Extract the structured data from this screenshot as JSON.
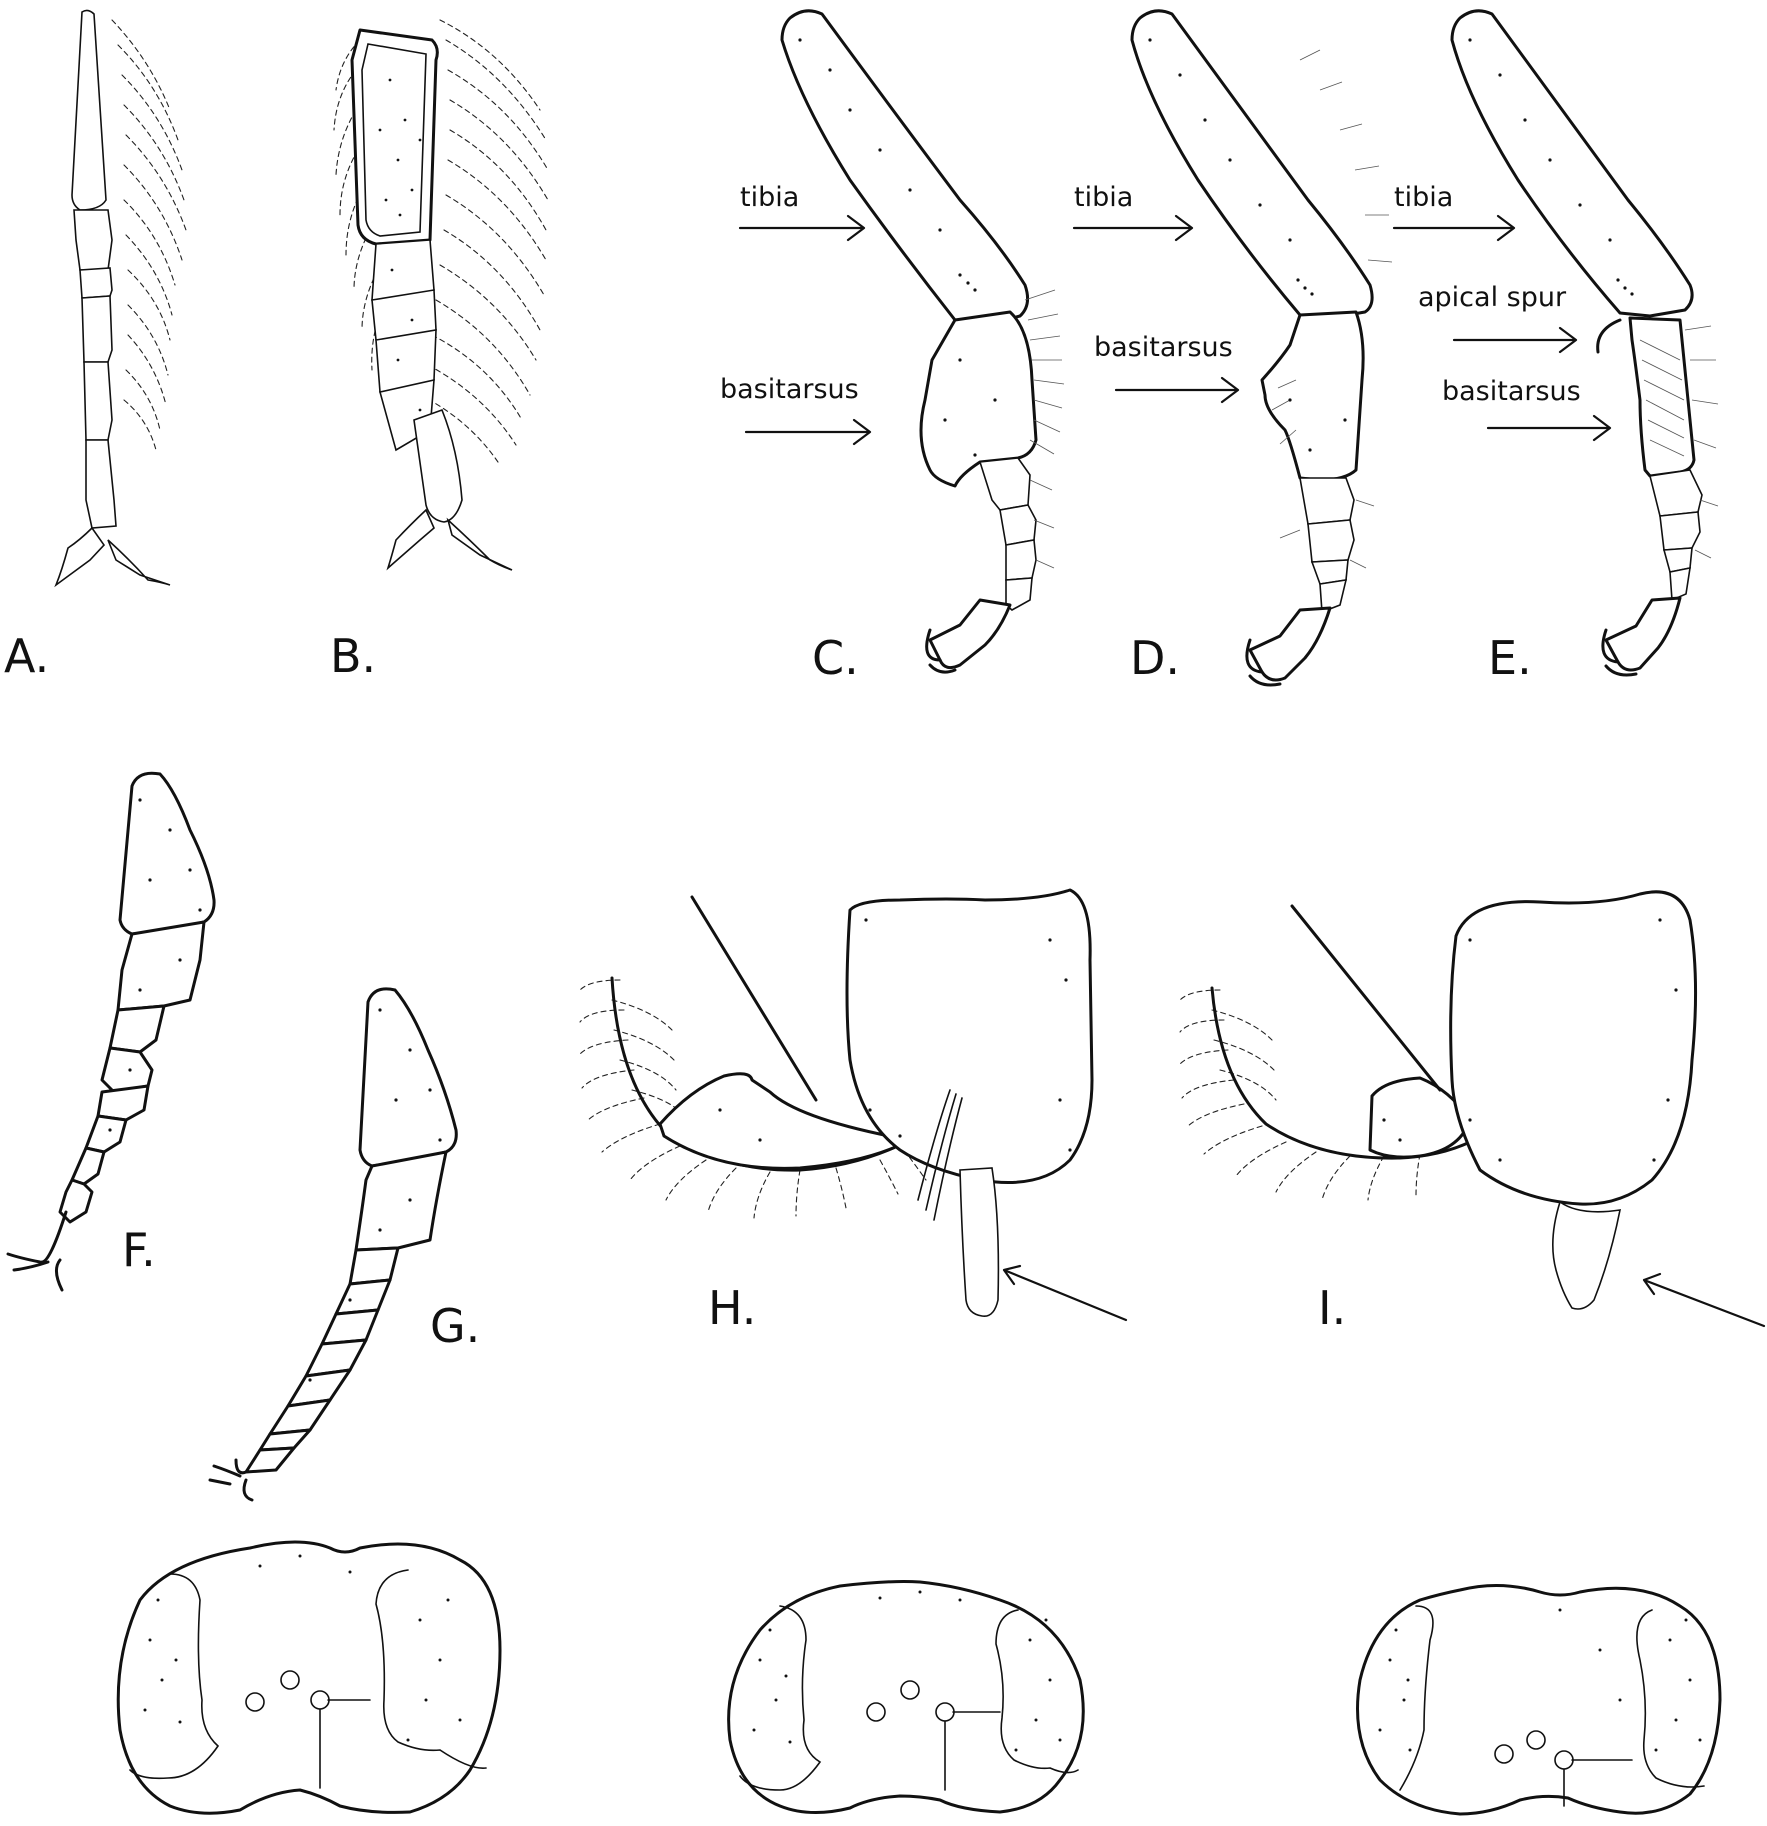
{
  "figure": {
    "panel_labels": {
      "A": "A.",
      "B": "B.",
      "C": "C.",
      "D": "D.",
      "E": "E.",
      "F": "F.",
      "G": "G.",
      "H": "H.",
      "I": "I."
    },
    "annotations": {
      "tibia": "tibia",
      "basitarsus": "basitarsus",
      "apical_spur": "apical spur"
    }
  }
}
